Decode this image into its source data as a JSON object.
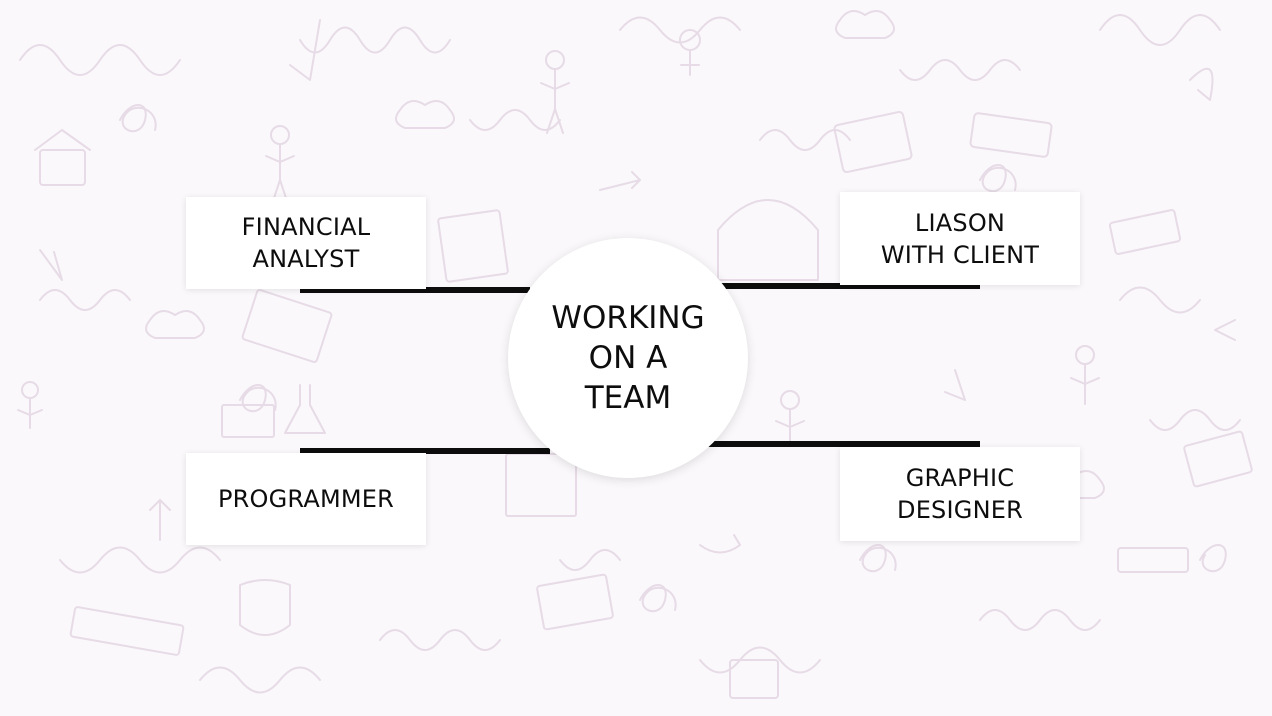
{
  "diagram": {
    "center": {
      "label": "WORKING\nON A\nTEAM"
    },
    "roles": [
      {
        "label": "FINANCIAL\nANALYST"
      },
      {
        "label": "LIASON\nWITH CLIENT"
      },
      {
        "label": "PROGRAMMER"
      },
      {
        "label": "GRAPHIC\nDESIGNER"
      }
    ]
  },
  "colors": {
    "background": "#faf8fa",
    "doodle_stroke": "#e6dbe6",
    "connector": "#0d0d0d",
    "box_fill": "#ffffff",
    "text": "#0d0d0d"
  }
}
